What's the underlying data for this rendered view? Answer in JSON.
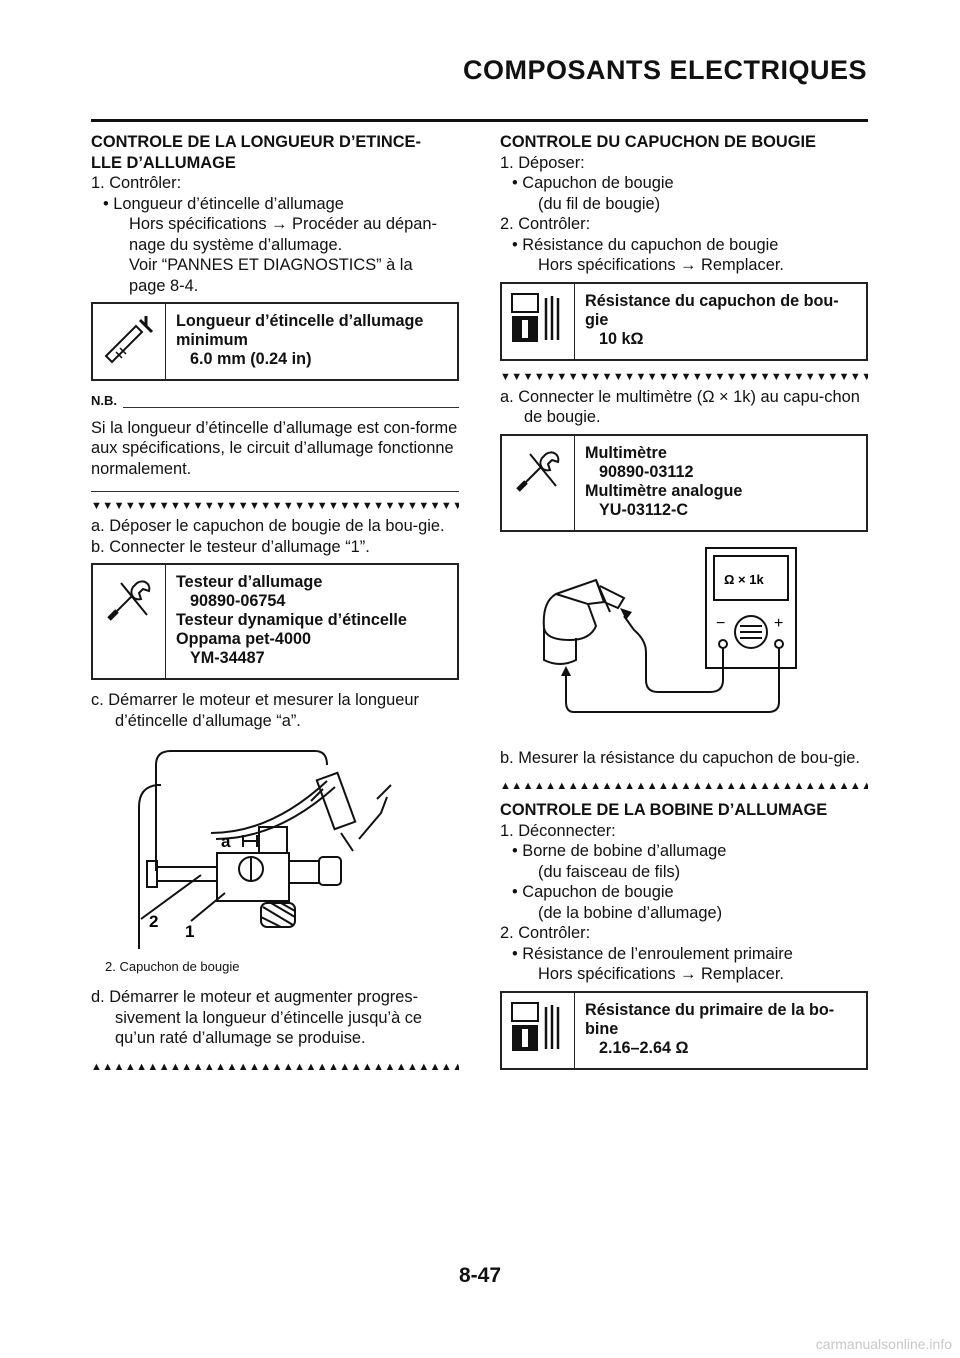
{
  "header": {
    "title": "COMPOSANTS ELECTRIQUES"
  },
  "left": {
    "s1_title_1": "CONTROLE DE LA LONGUEUR D’ETINCE-",
    "s1_title_2": "LLE D’ALLUMAGE",
    "step1": "1. Contrôler:",
    "bullet1": "• Longueur d’étincelle d’allumage",
    "hors1": "Hors spécifications → Procéder au dépan-",
    "hors2": "nage du système d’allumage.",
    "voir1": "Voir “PANNES ET DIAGNOSTICS” à la",
    "voir2": "page 8-4.",
    "box1_l1": "Longueur d’étincelle d’allumage",
    "box1_l2": "minimum",
    "box1_v": "6.0 mm (0.24 in)",
    "nb_label": "N.B.",
    "nb_text": "Si la longueur d’étincelle d’allumage est con-forme aux spécifications, le circuit d’allumage fonctionne normalement.",
    "tri_down": "▼▼▼▼▼▼▼▼▼▼▼▼▼▼▼▼▼▼▼▼▼▼▼▼▼▼▼▼▼▼▼▼▼▼",
    "sa": "a. Déposer le capuchon de bougie de la bou-gie.",
    "sb": "b. Connecter le testeur d’allumage “1”.",
    "box2_l1": "Testeur d’allumage",
    "box2_v1": "90890-06754",
    "box2_l2": "Testeur dynamique d’étincelle",
    "box2_l3": "Oppama pet-4000",
    "box2_v2": "YM-34487",
    "sc": "c. Démarrer le moteur et mesurer la longueur d’étincelle d’allumage “a”.",
    "fig_label_a": "a",
    "fig_label_1": "1",
    "fig_label_2": "2",
    "caption": "2. Capuchon de bougie",
    "sd": "d. Démarrer le moteur et augmenter progres-sivement la longueur d’étincelle jusqu’à ce qu’un raté d’allumage se produise.",
    "tri_up": "▲▲▲▲▲▲▲▲▲▲▲▲▲▲▲▲▲▲▲▲▲▲▲▲▲▲▲▲▲▲▲▲▲▲"
  },
  "right": {
    "s2_title": "CONTROLE DU CAPUCHON DE BOUGIE",
    "r1": "1. Déposer:",
    "r1b1": "• Capuchon de bougie",
    "r1b2": "(du fil de bougie)",
    "r2": "2. Contrôler:",
    "r2b1": "• Résistance du capuchon de bougie",
    "r2b2": "Hors spécifications → Remplacer.",
    "box3_l1": "Résistance du capuchon de bou-",
    "box3_l2": "gie",
    "box3_v": "10 kΩ",
    "tri_down": "▼▼▼▼▼▼▼▼▼▼▼▼▼▼▼▼▼▼▼▼▼▼▼▼▼▼▼▼▼▼▼▼▼▼",
    "ra": "a. Connecter le multimètre (Ω × 1k) au capu-chon de bougie.",
    "box4_l1": "Multimètre",
    "box4_v1": "90890-03112",
    "box4_l2": "Multimètre analogue",
    "box4_v2": "YU-03112-C",
    "meter_label": "Ω × 1k",
    "minus": "−",
    "plus": "+",
    "rb": "b. Mesurer la résistance du capuchon de bou-gie.",
    "tri_up": "▲▲▲▲▲▲▲▲▲▲▲▲▲▲▲▲▲▲▲▲▲▲▲▲▲▲▲▲▲▲▲▲▲▲",
    "s3_title": "CONTROLE DE LA BOBINE D’ALLUMAGE",
    "q1": "1. Déconnecter:",
    "q1b1": "• Borne de bobine d’allumage",
    "q1b2": "(du faisceau de fils)",
    "q1b3": "• Capuchon de bougie",
    "q1b4": "(de la bobine d’allumage)",
    "q2": "2. Contrôler:",
    "q2b1": "• Résistance de l’enroulement primaire",
    "q2b2": "Hors spécifications → Remplacer.",
    "box5_l1": "Résistance du primaire de la bo-",
    "box5_l2": "bine",
    "box5_v": "2.16–2.64 Ω"
  },
  "footer": {
    "page_number": "8-47",
    "watermark": "carmanualsonline.info"
  }
}
